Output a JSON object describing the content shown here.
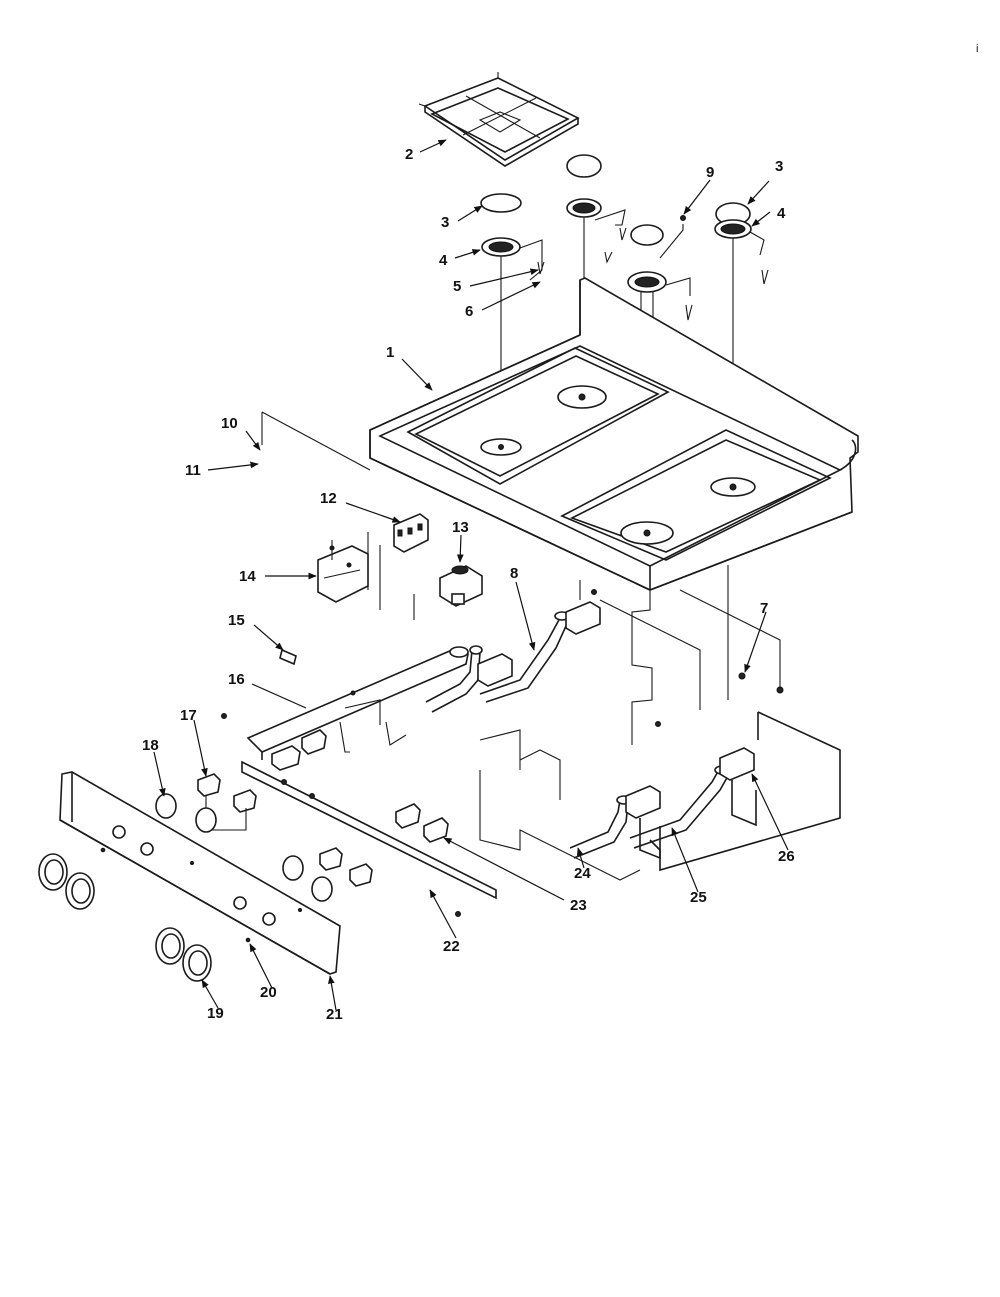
{
  "corner_mark": "i",
  "callouts": [
    {
      "id": "c1",
      "label": "1"
    },
    {
      "id": "c2",
      "label": "2"
    },
    {
      "id": "c3a",
      "label": "3"
    },
    {
      "id": "c3b",
      "label": "3"
    },
    {
      "id": "c4a",
      "label": "4"
    },
    {
      "id": "c4b",
      "label": "4"
    },
    {
      "id": "c5",
      "label": "5"
    },
    {
      "id": "c6",
      "label": "6"
    },
    {
      "id": "c7",
      "label": "7"
    },
    {
      "id": "c8",
      "label": "8"
    },
    {
      "id": "c9",
      "label": "9"
    },
    {
      "id": "c10",
      "label": "10"
    },
    {
      "id": "c11",
      "label": "11"
    },
    {
      "id": "c12",
      "label": "12"
    },
    {
      "id": "c13",
      "label": "13"
    },
    {
      "id": "c14",
      "label": "14"
    },
    {
      "id": "c15",
      "label": "15"
    },
    {
      "id": "c16",
      "label": "16"
    },
    {
      "id": "c17",
      "label": "17"
    },
    {
      "id": "c18",
      "label": "18"
    },
    {
      "id": "c19",
      "label": "19"
    },
    {
      "id": "c20",
      "label": "20"
    },
    {
      "id": "c21",
      "label": "21"
    },
    {
      "id": "c22",
      "label": "22"
    },
    {
      "id": "c23",
      "label": "23"
    },
    {
      "id": "c24",
      "label": "24"
    },
    {
      "id": "c25",
      "label": "25"
    },
    {
      "id": "c26",
      "label": "26"
    }
  ]
}
